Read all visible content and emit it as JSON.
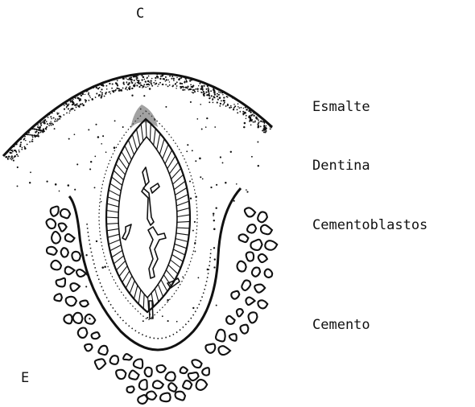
{
  "diagram": {
    "corner_labels": {
      "top": "C",
      "bottom": "E"
    },
    "labels": [
      "Esmalte",
      "Dentina",
      "Cementoblastos",
      "Cemento"
    ],
    "ink_color": "#111111",
    "background_color": "#ffffff"
  }
}
